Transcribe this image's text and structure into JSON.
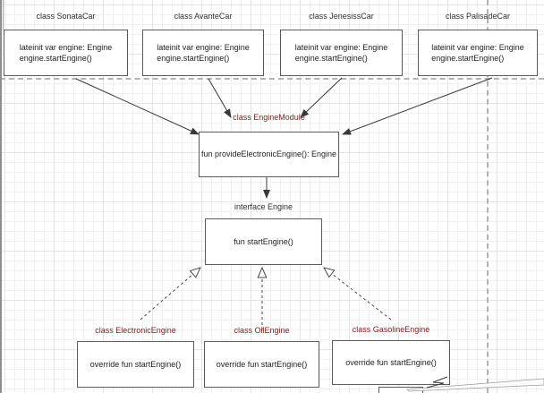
{
  "nodes": {
    "sonata": {
      "title": "class SonataCar",
      "body": [
        "lateinit var engine: Engine",
        "engine.startEngine()"
      ]
    },
    "avante": {
      "title": "class AvanteCar",
      "body": [
        "lateinit var engine: Engine",
        "engine.startEngine()"
      ]
    },
    "jenesiss": {
      "title": "class JenesissCar",
      "body": [
        "lateinit var engine: Engine",
        "engine.startEngine()"
      ]
    },
    "palisade": {
      "title": "class PalisadeCar",
      "body": [
        "lateinit var engine: Engine",
        "engine.startEngine()"
      ]
    },
    "module": {
      "title": "class EngineModule",
      "body": [
        "fun provideElectronicEngine(): Engine"
      ]
    },
    "engine_interface": {
      "title": "interface Engine",
      "body": [
        "fun startEngine()"
      ]
    },
    "electronic": {
      "title": "class ElectronicEngine",
      "body": [
        "override fun startEngine()"
      ]
    },
    "oil": {
      "title": "class OilEngine",
      "body": [
        "override fun startEngine()"
      ]
    },
    "gasoline": {
      "title": "class GasolineEngine",
      "body": [
        "override fun startEngine()"
      ]
    }
  },
  "edges": [
    {
      "from": "SonataCar",
      "to": "EngineModule",
      "type": "dependency-arrow"
    },
    {
      "from": "AvanteCar",
      "to": "EngineModule",
      "type": "dependency-arrow"
    },
    {
      "from": "JenesissCar",
      "to": "EngineModule",
      "type": "dependency-arrow"
    },
    {
      "from": "PalisadeCar",
      "to": "EngineModule",
      "type": "dependency-arrow"
    },
    {
      "from": "EngineModule",
      "to": "Engine",
      "type": "dependency-arrow"
    },
    {
      "from": "ElectronicEngine",
      "to": "Engine",
      "type": "realization-dashed"
    },
    {
      "from": "OilEngine",
      "to": "Engine",
      "type": "realization-dashed"
    },
    {
      "from": "GasolineEngine",
      "to": "Engine",
      "type": "realization-dashed"
    }
  ],
  "colors": {
    "class_title_accent": "#7f1d1d",
    "neutral_text": "#1f1f1f",
    "node_border": "#5c5c5c",
    "arrow": "#383838",
    "page_guide": "#b3b3b3",
    "grid_minor": "#f1f1f1",
    "grid_major": "#e4e4e4"
  }
}
